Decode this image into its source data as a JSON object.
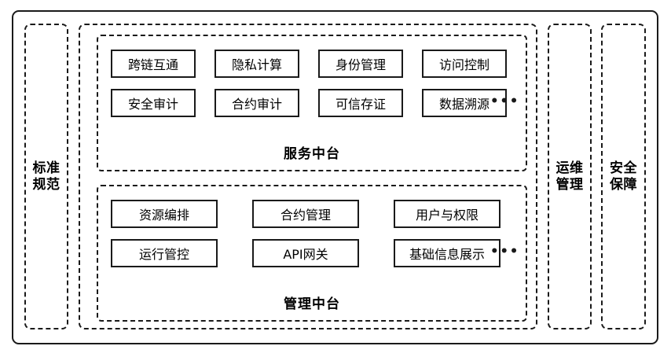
{
  "diagram": {
    "title_present": false,
    "colors": {
      "line": "#1a1a1a",
      "background": "#ffffff",
      "text": "#000000"
    },
    "left_pillar": {
      "label": "标准\n规范"
    },
    "right_pillars": [
      {
        "label": "运维\n管理"
      },
      {
        "label": "安全\n保障"
      }
    ],
    "platforms": [
      {
        "id": "service-platform",
        "title": "服务中台",
        "ellipsis": "•••",
        "columns": 4,
        "rows": [
          [
            "跨链互通",
            "隐私计算",
            "身份管理",
            "访问控制"
          ],
          [
            "安全审计",
            "合约审计",
            "可信存证",
            "数据溯源"
          ]
        ]
      },
      {
        "id": "manage-platform",
        "title": "管理中台",
        "ellipsis": "•••",
        "columns": 3,
        "rows": [
          [
            "资源编排",
            "合约管理",
            "用户与权限"
          ],
          [
            "运行管控",
            "API网关",
            "基础信息展示"
          ]
        ]
      }
    ]
  }
}
